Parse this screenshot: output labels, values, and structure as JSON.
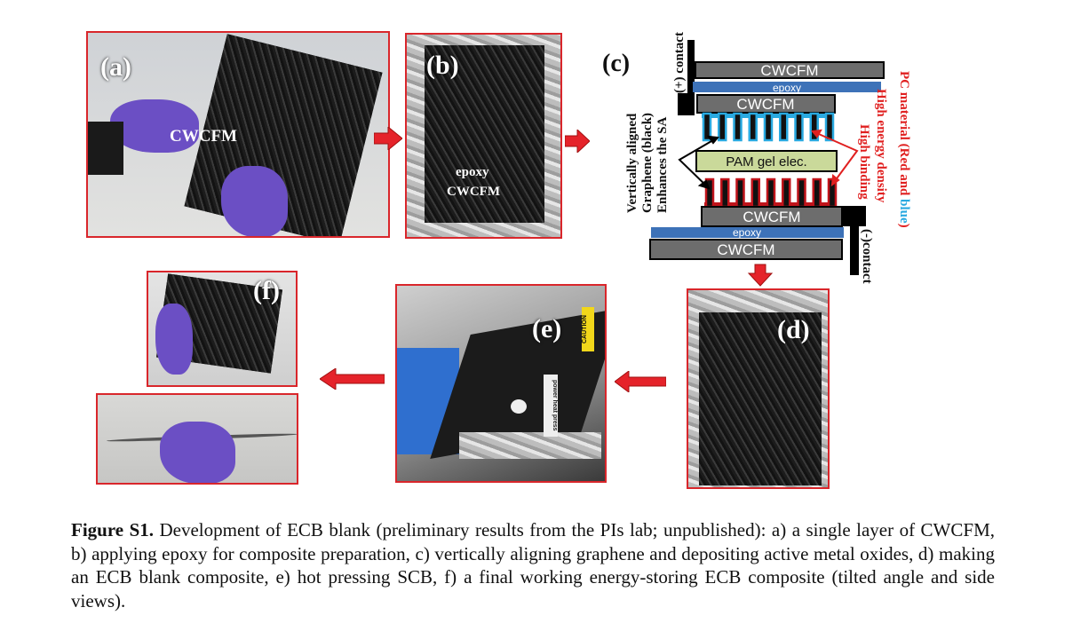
{
  "panels": {
    "a": {
      "label": "(a)",
      "text": "CWCFM"
    },
    "b": {
      "label": "(b)",
      "text_line1": "epoxy",
      "text_line2": "CWCFM"
    },
    "c": {
      "label": "(c)",
      "plus_contact": "(+) contact",
      "minus_contact": "(-)contact",
      "layers": {
        "cwcfm": "CWCFM",
        "epoxy": "epoxy",
        "electrolyte": "PAM gel elec."
      },
      "left_annotation": [
        "Vertically aligned",
        "Graphene (black)",
        "Enhances the SA"
      ],
      "right_annotation": {
        "high_binding": "High binding",
        "high_energy": "High energy density",
        "pc_prefix": "PC material  (Red and ",
        "pc_blue": "blue",
        "pc_suffix": ")"
      }
    },
    "d": {
      "label": "(d)"
    },
    "e": {
      "label": "(e)",
      "caution": "CAUTION",
      "device_label": "power heat press"
    },
    "f": {
      "label": "(f)"
    }
  },
  "colors": {
    "frame": "#d9262b",
    "cwcfm": "#6d6d6d",
    "epoxy": "#3d72b8",
    "cyan": "#29a9e0",
    "red": "#c0141b",
    "electrolyte": "#cad99a"
  },
  "caption": {
    "title": "Figure S1.",
    "body": " Development of ECB blank (preliminary results from the PIs lab; unpublished): a) a single layer of CWCFM, b) applying epoxy for composite preparation, c) vertically aligning graphene and depositing active metal oxides, d) making an ECB blank composite, e) hot pressing SCB, f) a final working energy-storing ECB composite (tilted angle and side views)."
  }
}
